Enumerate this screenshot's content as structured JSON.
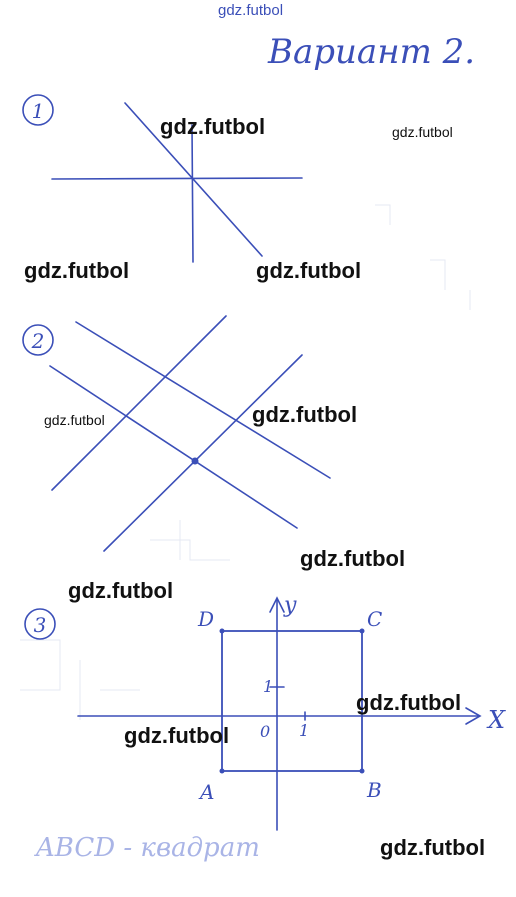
{
  "header": {
    "site": "gdz.futbol",
    "title": "Вариант 2."
  },
  "tasks": [
    {
      "number": "1"
    },
    {
      "number": "2"
    },
    {
      "number": "3"
    }
  ],
  "figure3": {
    "axis_x": "X",
    "axis_y": "y",
    "origin": "0",
    "unit_x": "1",
    "unit_y": "1",
    "vertex_a": "A",
    "vertex_b": "B",
    "vertex_c": "C",
    "vertex_d": "D",
    "caption": "ABCD - квадрат"
  },
  "watermarks": [
    "gdz.futbol",
    "gdz.futbol",
    "gdz.futbol",
    "gdz.futbol",
    "gdz.futbol",
    "gdz.futbol",
    "gdz.futbol",
    "gdz.futbol",
    "gdz.futbol",
    "gdz.futbol",
    "gdz.futbol"
  ],
  "colors": {
    "ink": "#3b4fb8",
    "watermark": "#111111"
  }
}
